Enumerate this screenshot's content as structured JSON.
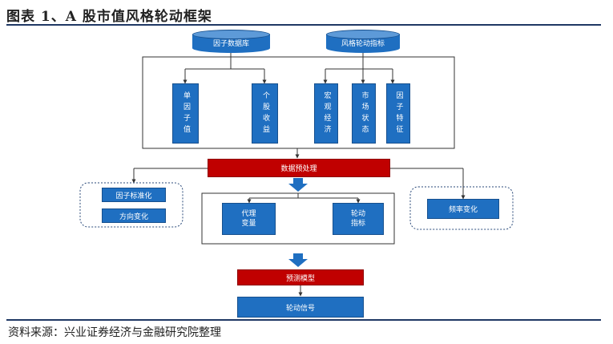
{
  "title": "图表 1、A 股市值风格轮动框架",
  "source": "资料来源：兴业证券经济与金融研究院整理",
  "nodes": {
    "factor_db": "因子数据库",
    "rotation_indicator": "风格轮动指标",
    "single_factor_value": "单因子值",
    "stock_return": "个股收益",
    "macro_economy": "宏观经济",
    "market_state": "市场状态",
    "factor_feature": "因子特征",
    "data_preprocess": "数据预处理",
    "factor_standardize": "因子标准化",
    "direction_change": "方向变化",
    "proxy_var_l1": "代理",
    "proxy_var_l2": "变量",
    "rotation_ind_l1": "轮动",
    "rotation_ind_l2": "指标",
    "frequency_change": "频率变化",
    "prediction_model": "预测模型",
    "rotation_signal": "轮动信号"
  },
  "colors": {
    "blue": "#1f6fc1",
    "red": "#c00000",
    "rule": "#1f3864",
    "line": "#333333"
  }
}
